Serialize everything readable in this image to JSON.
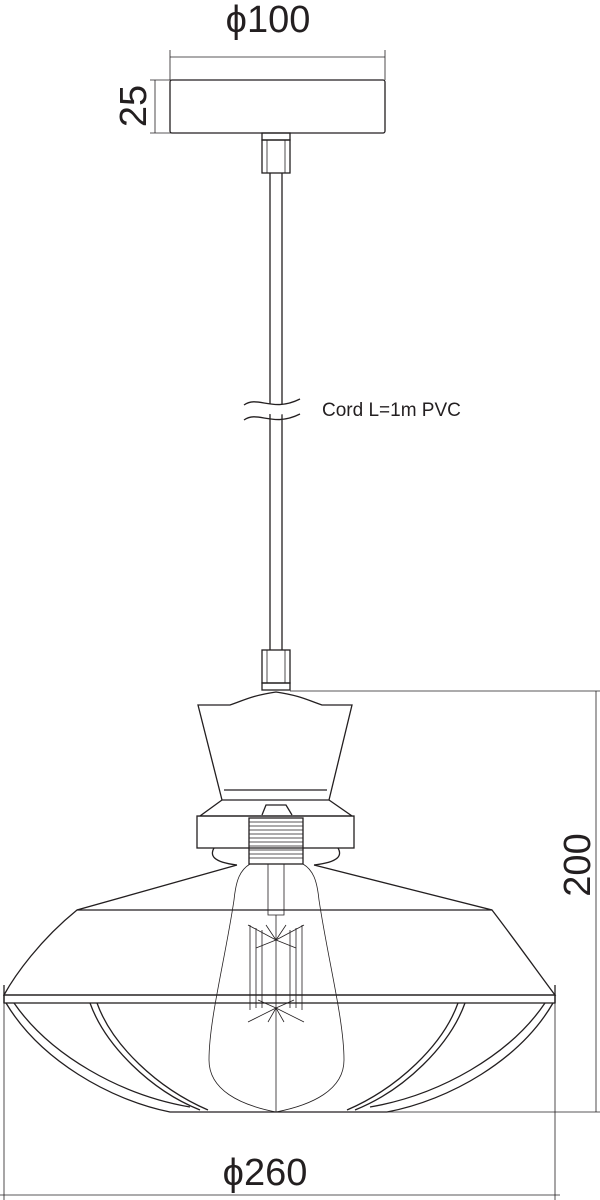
{
  "dimensions": {
    "canopy_diameter": "ϕ100",
    "canopy_height": "25",
    "total_height": "200",
    "shade_diameter": "ϕ260"
  },
  "annotations": {
    "cord": "Cord L=1m PVC"
  },
  "colors": {
    "line": "#231f20",
    "background": "#ffffff"
  }
}
